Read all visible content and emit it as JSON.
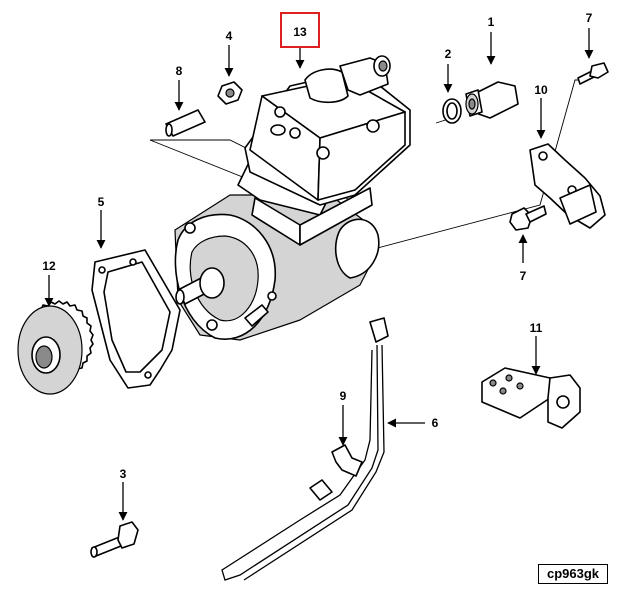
{
  "callouts": {
    "c13": "13",
    "c1": "1",
    "c2": "2",
    "c4": "4",
    "c7a": "7",
    "c7b": "7",
    "c8": "8",
    "c10": "10",
    "c5": "5",
    "c12": "12",
    "c11": "11",
    "c9": "9",
    "c6": "6",
    "c3": "3"
  },
  "highlight": {
    "callout": "13",
    "color": "#e02020"
  },
  "reference_code": "cp963gk"
}
